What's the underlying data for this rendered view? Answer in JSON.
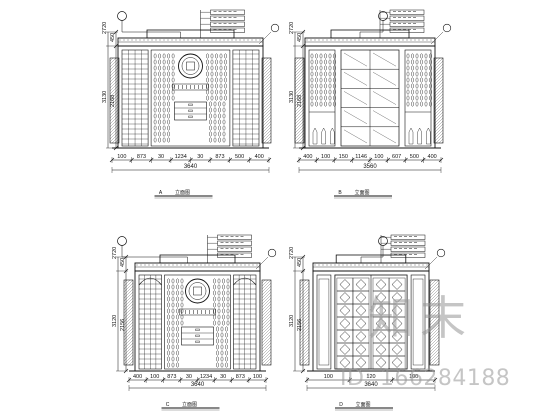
{
  "drawing": {
    "elevations": [
      {
        "id": "A",
        "dims_bottom": [
          "100",
          "873",
          "30",
          "1234",
          "30",
          "873",
          "500",
          "400"
        ],
        "total_width": "3640",
        "dims_left": [
          "2720",
          "450",
          "2168",
          "3130"
        ],
        "caption_label": "立面图"
      },
      {
        "id": "B",
        "dims_bottom": [
          "400",
          "100",
          "150",
          "1146",
          "100",
          "607",
          "500",
          "400"
        ],
        "total_width": "3560",
        "dims_left": [
          "2720",
          "450",
          "2168",
          "3130"
        ],
        "caption_label": "立面图"
      },
      {
        "id": "C",
        "dims_bottom": [
          "400",
          "100",
          "873",
          "30",
          "1234",
          "30",
          "873",
          "100"
        ],
        "total_width": "3640",
        "dims_left": [
          "2720",
          "450",
          "2156",
          "3120"
        ],
        "caption_label": "立面图"
      },
      {
        "id": "D",
        "dims_bottom": [
          "100",
          "120",
          "100"
        ],
        "total_width": "3640",
        "dims_left": [
          "2720",
          "450",
          "2156",
          "3120"
        ],
        "caption_label": "立面图"
      }
    ]
  },
  "watermark": {
    "logo_text": "知末",
    "id_text": "ID: 166284188"
  }
}
